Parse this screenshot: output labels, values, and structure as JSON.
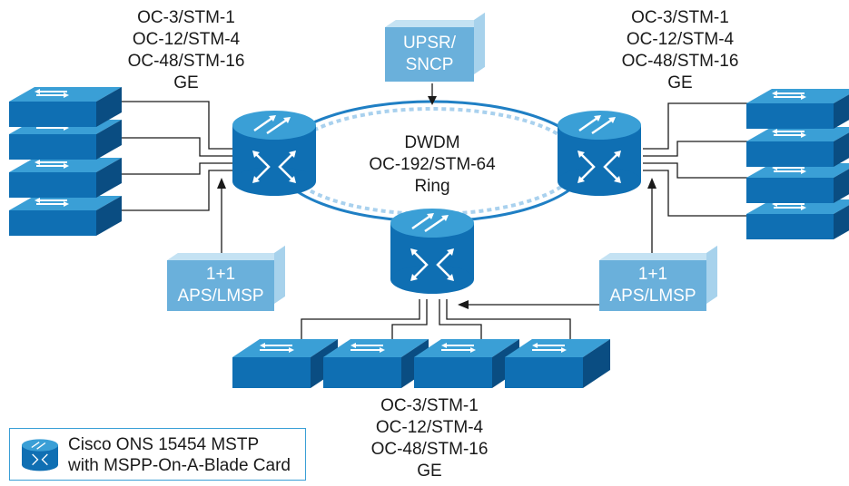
{
  "top_left_label": [
    "OC-3/STM-1",
    "OC-12/STM-4",
    "OC-48/STM-16",
    "GE"
  ],
  "top_right_label": [
    "OC-3/STM-1",
    "OC-12/STM-4",
    "OC-48/STM-16",
    "GE"
  ],
  "bottom_label": [
    "OC-3/STM-1",
    "OC-12/STM-4",
    "OC-48/STM-16",
    "GE"
  ],
  "ring_label": [
    "DWDM",
    "OC-192/STM-64",
    "Ring"
  ],
  "upsr_box": [
    "UPSR/",
    "SNCP"
  ],
  "aps_left_box": [
    "1+1",
    "APS/LMSP"
  ],
  "aps_right_box": [
    "1+1",
    "APS/LMSP"
  ],
  "legend": {
    "icon": "mstp-node-icon",
    "line1": "Cisco ONS 15454 MSTP",
    "line2": "with MSPP-On-A-Blade Card"
  },
  "colors": {
    "device_blue": "#0f6fb3",
    "device_dark": "#0a4d82",
    "device_top": "#3a9fd6",
    "box_blue": "#6ab0db",
    "ring_light": "#a9d1ee",
    "ring_dark": "#1f7fc4"
  }
}
